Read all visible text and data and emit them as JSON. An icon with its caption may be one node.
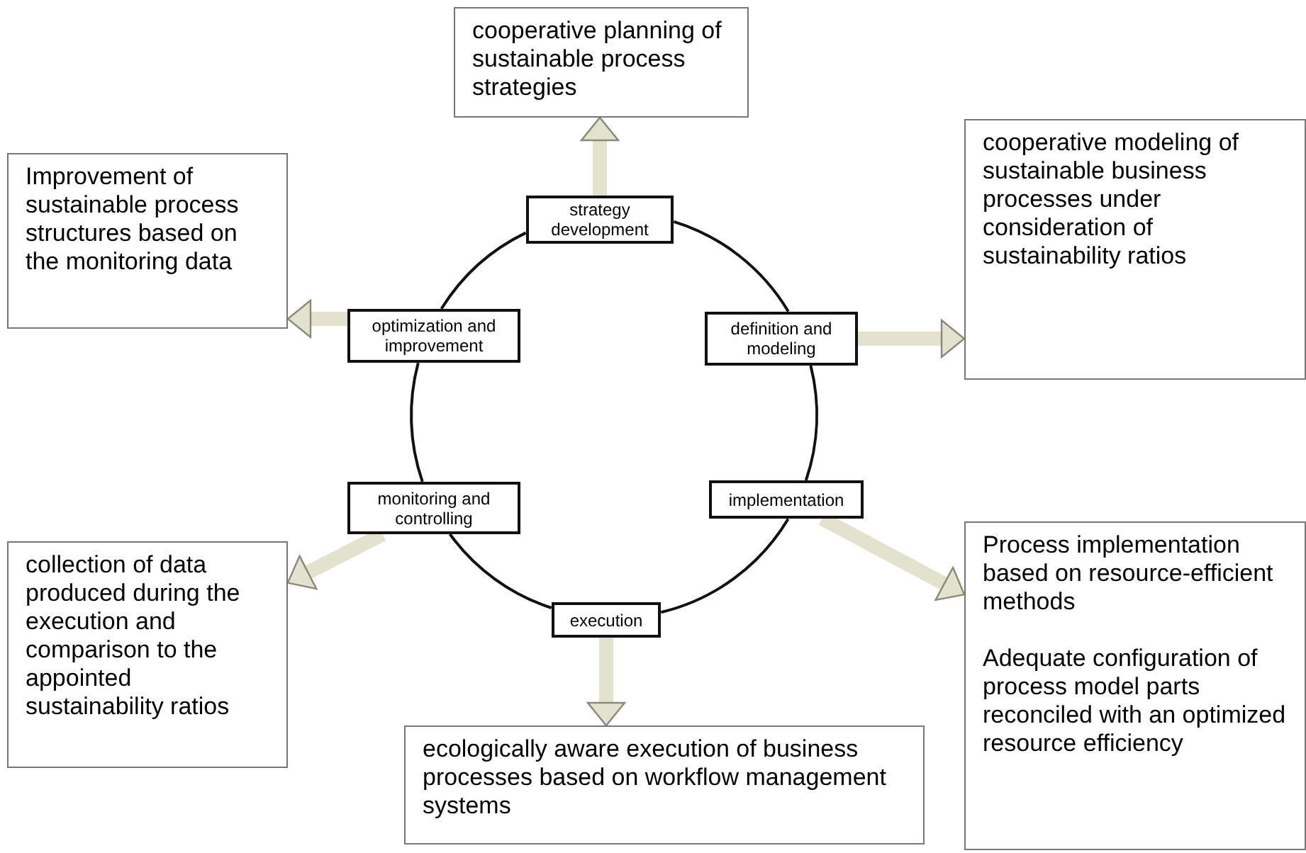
{
  "diagram": {
    "nodes": [
      {
        "text": [
          "cooperative planning of sustainable process strategies"
        ]
      },
      {
        "text": [
          "strategy development"
        ]
      },
      {
        "text": [
          "Improvement of sustainable process structures based on the monitoring data"
        ]
      },
      {
        "text": [
          "optimization and improvement"
        ]
      },
      {
        "text": [
          "definition and modeling"
        ]
      },
      {
        "text": [
          "cooperative modeling of sustainable business processes under consideration of sustainability ratios"
        ]
      },
      {
        "text": [
          "monitoring and controlling"
        ]
      },
      {
        "text": [
          "implementation"
        ]
      },
      {
        "text": [
          "collection of data produced during the execution and comparison to the appointed sustainability ratios"
        ]
      },
      {
        "text": [
          "Process implementation based on resource-efficient methods",
          "Adequate configuration of process model parts reconciled with an optimized resource efficiency"
        ]
      },
      {
        "text": [
          "execution"
        ]
      },
      {
        "text": [
          "ecologically aware execution of business processes based on workflow management systems"
        ]
      }
    ],
    "edges": [
      {
        "from": 1,
        "to": 4,
        "arrow": "none"
      },
      {
        "from": 4,
        "to": 7,
        "arrow": "none"
      },
      {
        "from": 7,
        "to": 10,
        "arrow": "none"
      },
      {
        "from": 10,
        "to": 6,
        "arrow": "none"
      },
      {
        "from": 6,
        "to": 3,
        "arrow": "none"
      },
      {
        "from": 3,
        "to": 1,
        "arrow": "none"
      },
      {
        "from": 1,
        "to": 0,
        "arrow": "to",
        "style": "thick",
        "color": "#e2e2cf"
      },
      {
        "from": 4,
        "to": 5,
        "arrow": "to",
        "style": "thick",
        "color": "#e2e2cf"
      },
      {
        "from": 7,
        "to": 9,
        "arrow": "to",
        "style": "thick",
        "color": "#e2e2cf"
      },
      {
        "from": 10,
        "to": 11,
        "arrow": "to",
        "style": "thick",
        "color": "#e2e2cf"
      },
      {
        "from": 6,
        "to": 8,
        "arrow": "to",
        "style": "thick",
        "color": "#e2e2cf"
      },
      {
        "from": 3,
        "to": 2,
        "arrow": "to",
        "style": "thick",
        "color": "#e2e2cf"
      }
    ]
  }
}
